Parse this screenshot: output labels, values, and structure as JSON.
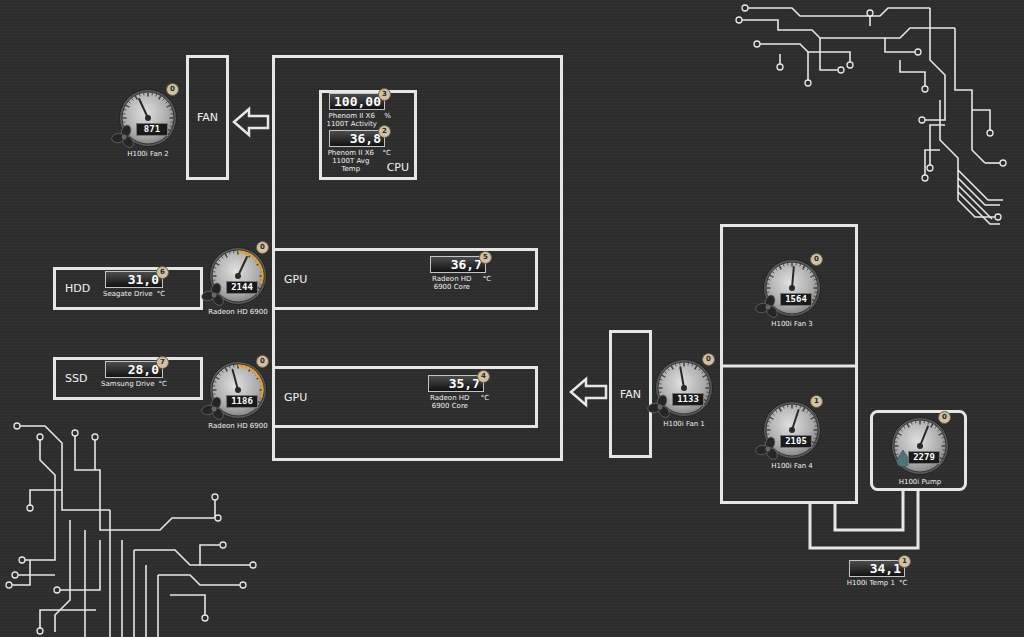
{
  "diagram": {
    "nodes": [
      {
        "text": [
          "871",
          "H100i Fan 2",
          "0"
        ]
      },
      {
        "text": [
          "FAN"
        ]
      },
      {
        "text": [
          "CPU"
        ]
      },
      {
        "text": [
          "100,00",
          "Phenom II X6 1100T Activity",
          "%",
          "3"
        ],
        "in": 2
      },
      {
        "text": [
          "36,8",
          "Phenom II X6 1100T Avg Temp",
          "°C",
          "2"
        ],
        "in": 2
      },
      {
        "text": [
          "HDD"
        ]
      },
      {
        "text": [
          "31,0",
          "Seagate Drive",
          "°C",
          "6"
        ],
        "in": 5
      },
      {
        "text": [
          "2144",
          "Radeon HD 6900",
          "0"
        ]
      },
      {
        "text": [
          "GPU"
        ]
      },
      {
        "text": [
          "36,7",
          "Radeon HD 6900 Core",
          "°C",
          "5"
        ],
        "in": 8
      },
      {
        "text": [
          "SSD"
        ]
      },
      {
        "text": [
          "28,0",
          "Samsung Drive",
          "°C",
          "7"
        ],
        "in": 10
      },
      {
        "text": [
          "1186",
          "Radeon HD 6900",
          "0"
        ]
      },
      {
        "text": [
          "GPU"
        ]
      },
      {
        "text": [
          "35,7",
          "Radeon HD 6900 Core",
          "°C",
          "4"
        ],
        "in": 13
      },
      {
        "text": [
          "FAN"
        ]
      },
      {
        "text": [
          "1133",
          "H100i Fan 1",
          "0"
        ]
      },
      {
        "text": [
          "1564",
          "H100i Fan 3",
          "0"
        ]
      },
      {
        "text": [
          "2105",
          "H100i Fan 4",
          "1"
        ]
      },
      {
        "text": [
          "2279",
          "H100i Pump",
          "0"
        ]
      },
      {
        "text": [
          "34,1",
          "H100i Temp 1",
          "°C",
          "1"
        ]
      }
    ]
  }
}
